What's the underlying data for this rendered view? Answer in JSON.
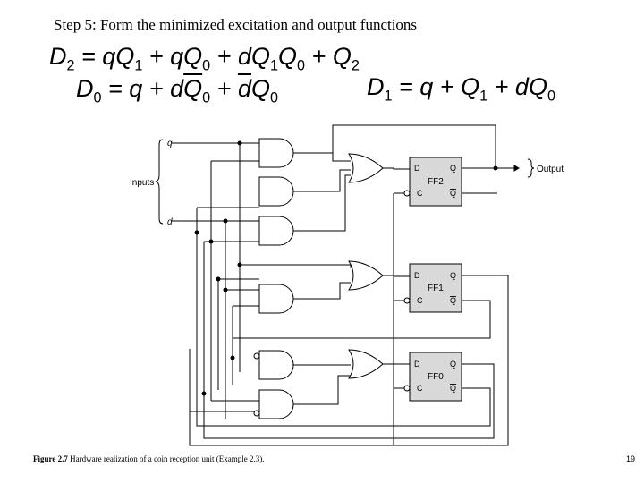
{
  "title": "Step 5: Form the minimized excitation and output functions",
  "equations": {
    "d2": {
      "lhs": "D",
      "lhs_sub": "2",
      "t1a": "qQ",
      "t1s": "1",
      "t2a": "qQ",
      "t2s": "0",
      "t3a": "dQ",
      "t3s1": "1",
      "t3b": "Q",
      "t3s2": "0",
      "t4a": "Q",
      "t4s": "2"
    },
    "d0": {
      "lhs": "D",
      "lhs_sub": "0",
      "t1": "q",
      "t2a": "d",
      "t2b": "Q",
      "t2s": "0",
      "t3a": "d",
      "t3b": "Q",
      "t3s": "0"
    },
    "d1": {
      "lhs": "D",
      "lhs_sub": "1",
      "t1": "q",
      "t2a": "Q",
      "t2s": "1",
      "t3a": "dQ",
      "t3s": "0"
    }
  },
  "diagram": {
    "inputs_label": "Inputs",
    "q_label": "q",
    "d_label": "d",
    "output_label": "Output",
    "flipflops": [
      {
        "name": "FF2",
        "d": "D",
        "c": "C",
        "q": "Q",
        "qbar": "Q"
      },
      {
        "name": "FF1",
        "d": "D",
        "c": "C",
        "q": "Q",
        "qbar": "Q"
      },
      {
        "name": "FF0",
        "d": "D",
        "c": "C",
        "q": "Q",
        "qbar": "Q"
      }
    ]
  },
  "caption": {
    "label": "Figure 2.7",
    "text": "Hardware realization of a coin reception unit (Example 2.3)."
  },
  "page_number": "19",
  "colors": {
    "ff_fill": "#d9d9d9",
    "wire": "#000000"
  }
}
